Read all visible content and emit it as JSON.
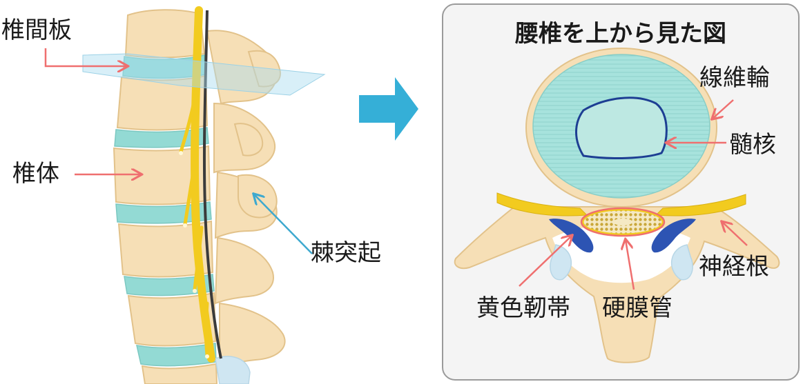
{
  "diagram": {
    "left_labels": {
      "intervertebral_disc": "椎間板",
      "vertebral_body": "椎体",
      "spinous_process": "棘突起"
    },
    "right_panel": {
      "title": "腰椎を上から見た図",
      "annulus_fibrosus": "線維輪",
      "nucleus_pulposus": "髄核",
      "nerve_root": "神経根",
      "ligamentum_flavum": "黄色靭帯",
      "dural_sac": "硬膜管"
    }
  },
  "colors": {
    "bone": "#f6dfb6",
    "bone_shadow": "#e6c792",
    "disc": "#93dad4",
    "nerve": "#f2cb1f",
    "ligament": "#2d54b3",
    "pointer_red": "#ef6f6f",
    "pointer_blue": "#3ea9cf",
    "arrow": "#35afd7",
    "outline_blue": "#1d3e93"
  }
}
